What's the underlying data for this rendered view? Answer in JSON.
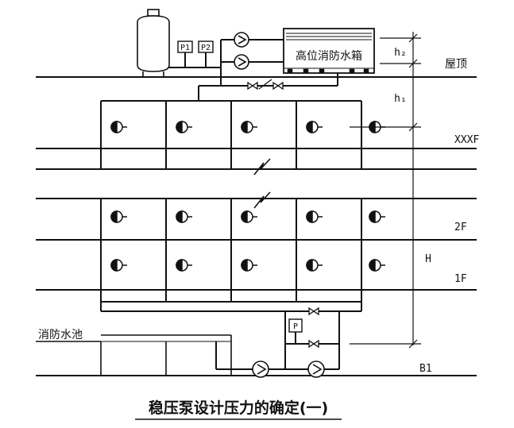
{
  "labels": {
    "tank": "高位消防水箱",
    "roof": "屋顶",
    "top_floor": "XXXF",
    "floor_2": "2F",
    "floor_1": "1F",
    "basement": "B1",
    "pool": "消防水池",
    "gauge_p1": "P1",
    "gauge_p2": "P2",
    "gauge_p": "P",
    "dim_h2": "h₂",
    "dim_h1": "h₁",
    "dim_H": "H"
  },
  "caption": "稳压泵设计压力的确定(一)"
}
